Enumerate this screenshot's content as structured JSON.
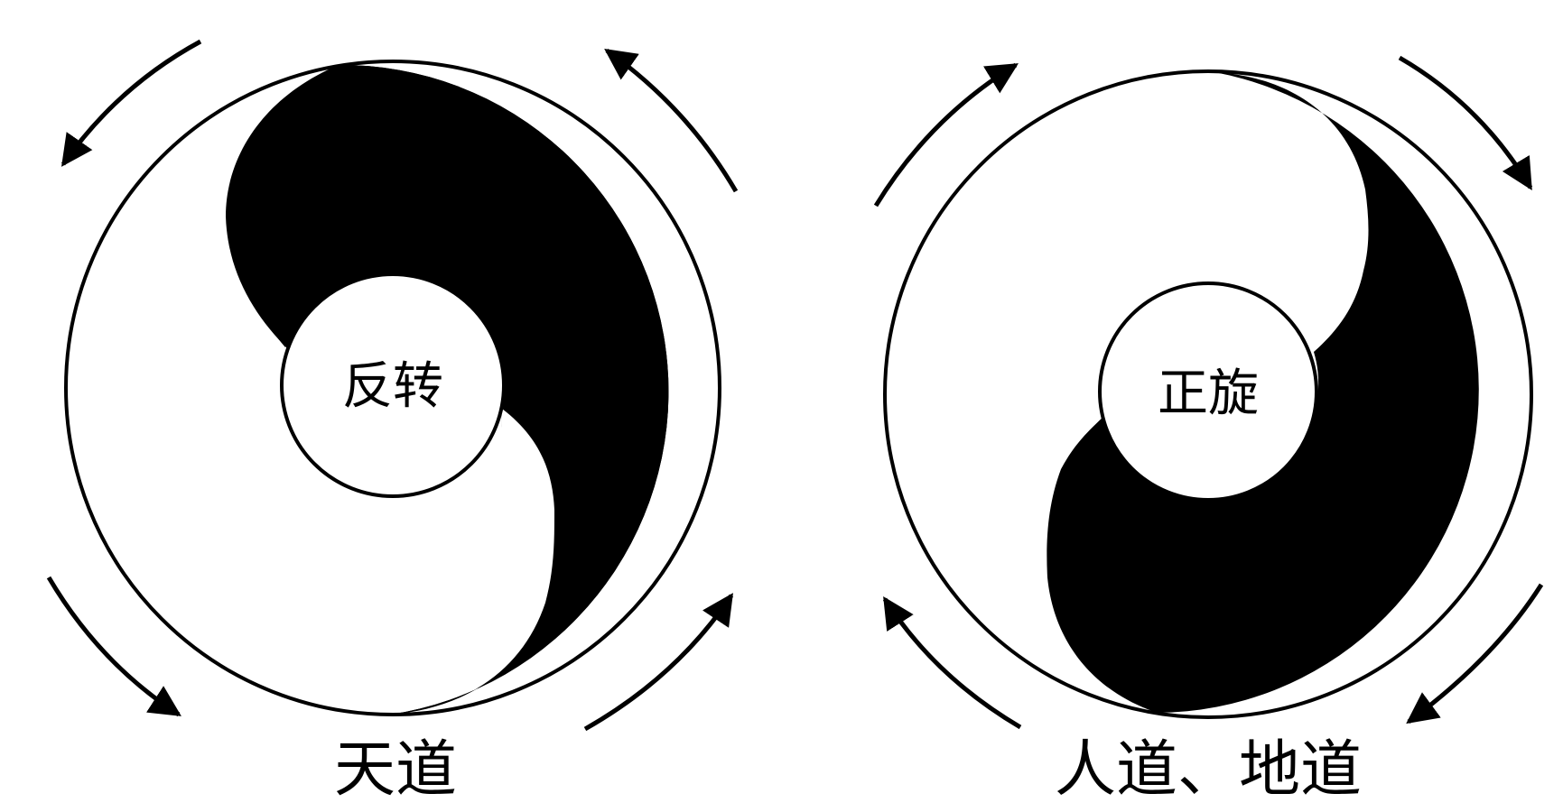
{
  "diagrams": [
    {
      "id": "tian-dao",
      "center_label": "反转",
      "caption": "天道",
      "rotation": "reverse"
    },
    {
      "id": "ren-di-dao",
      "center_label": "正旋",
      "caption": "人道、地道",
      "rotation": "forward"
    }
  ],
  "colors": {
    "ink": "#000000",
    "paper": "#ffffff"
  }
}
